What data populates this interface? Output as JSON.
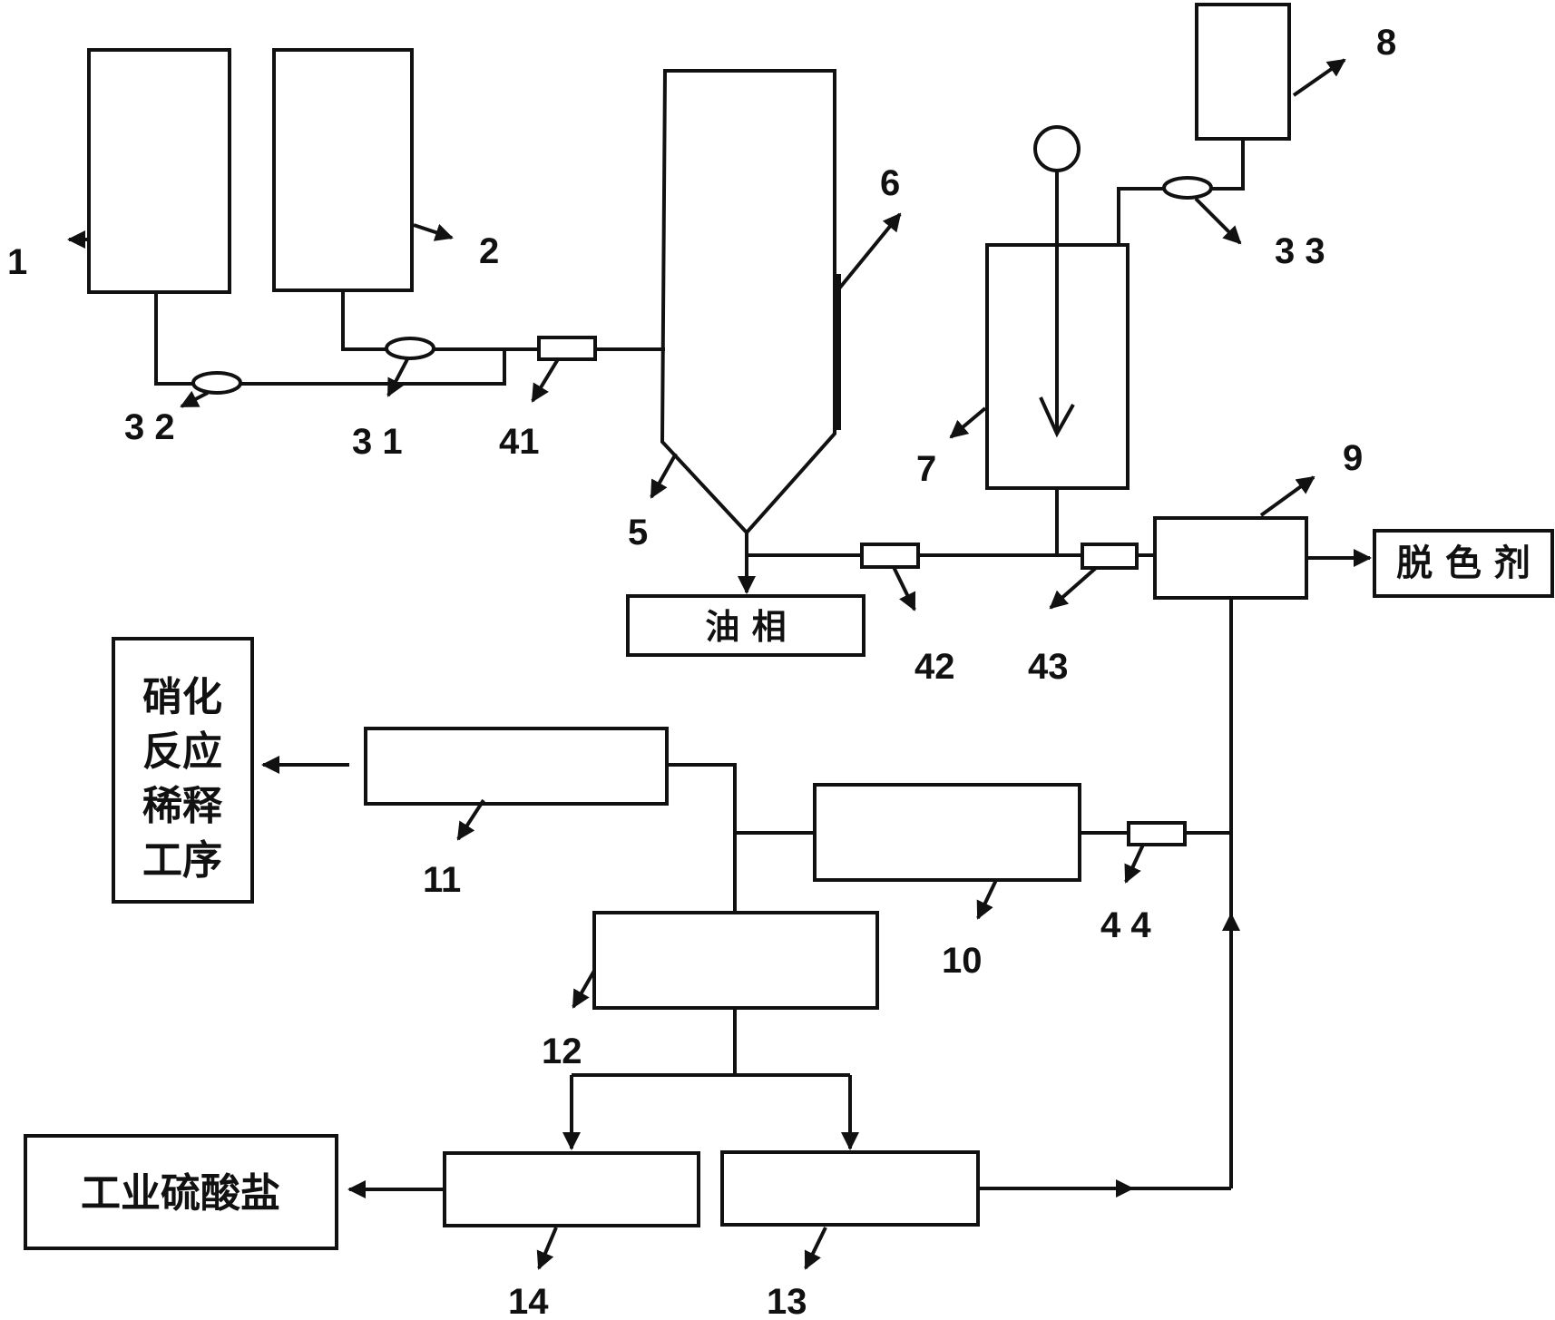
{
  "labels": {
    "n1": "1",
    "n2": "2",
    "n5": "5",
    "n6": "6",
    "n7": "7",
    "n8": "8",
    "n9": "9",
    "n10": "10",
    "n11": "11",
    "n12": "12",
    "n13": "13",
    "n14": "14",
    "n31": "3 1",
    "n32": "3 2",
    "n33": "3 3",
    "n41": "41",
    "n42": "42",
    "n43": "43",
    "n44": "4 4"
  },
  "outputs": {
    "oil_phase": "油 相",
    "decolorant": "脱 色 剂",
    "nitration_dilution": [
      "硝化",
      "反应",
      "稀释",
      "工序"
    ],
    "industrial_sulfate": "工业硫酸盐"
  }
}
